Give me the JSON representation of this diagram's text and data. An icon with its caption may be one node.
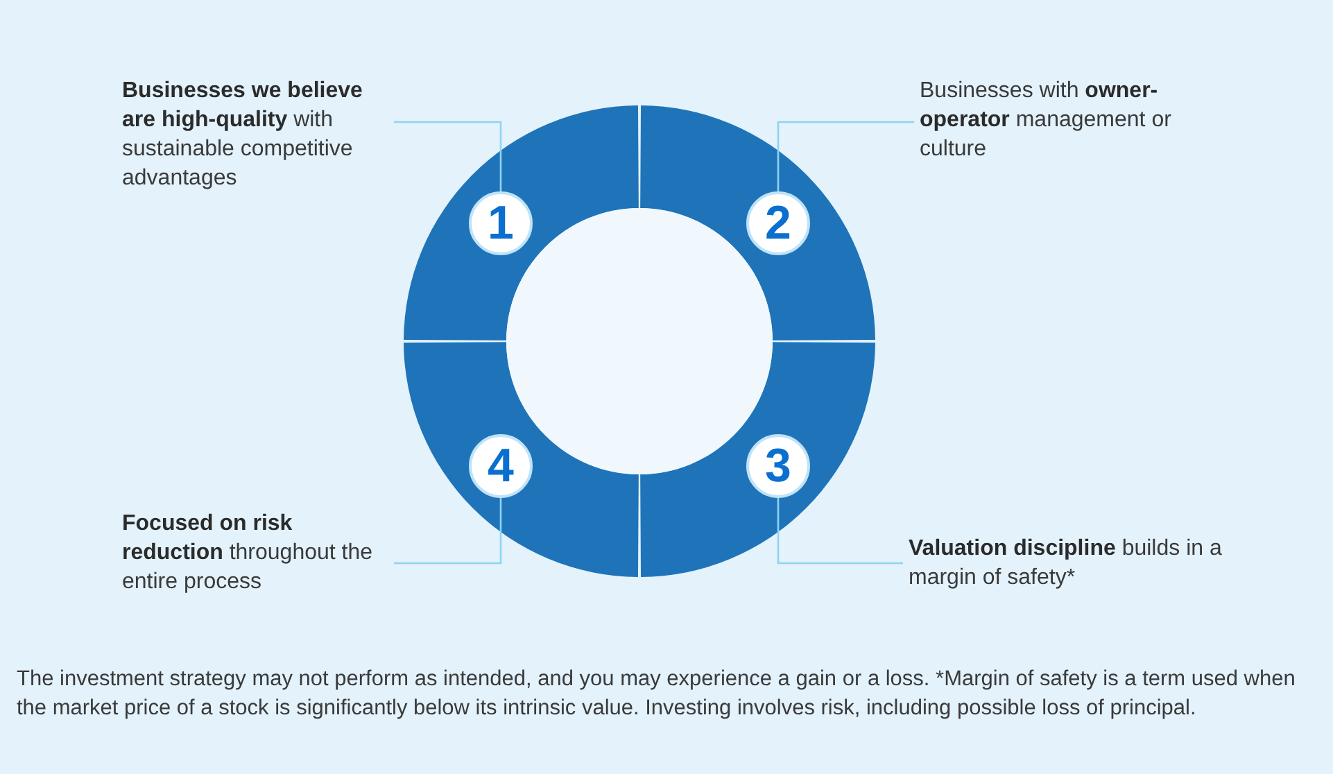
{
  "diagram": {
    "nodes": [
      {
        "text": [
          "**Businesses we believe are high-quality** with sustainable competitive advantages"
        ]
      },
      {
        "text": [
          "Businesses with **owner-operator** management or culture"
        ]
      },
      {
        "text": [
          "1"
        ]
      },
      {
        "text": [
          "2"
        ]
      },
      {
        "text": [
          "4"
        ]
      },
      {
        "text": [
          "3"
        ]
      },
      {
        "text": [
          "**Focused on risk reduction** throughout the entire process"
        ]
      },
      {
        "text": [
          "**Valuation discipline** builds in a margin of safety*"
        ]
      }
    ],
    "edges": [
      {
        "from": 0,
        "to": 2,
        "arrow": "none"
      },
      {
        "from": 1,
        "to": 3,
        "arrow": "none"
      },
      {
        "from": 6,
        "to": 4,
        "arrow": "none"
      },
      {
        "from": 7,
        "to": 5,
        "arrow": "none"
      }
    ],
    "labels": [
      "The investment strategy may not perform as intended, and you may experience a gain or a loss. *Margin of safety is a term used when the market price of a stock is significantly below its intrinsic value. Investing involves risk, including possible loss of principal."
    ]
  }
}
